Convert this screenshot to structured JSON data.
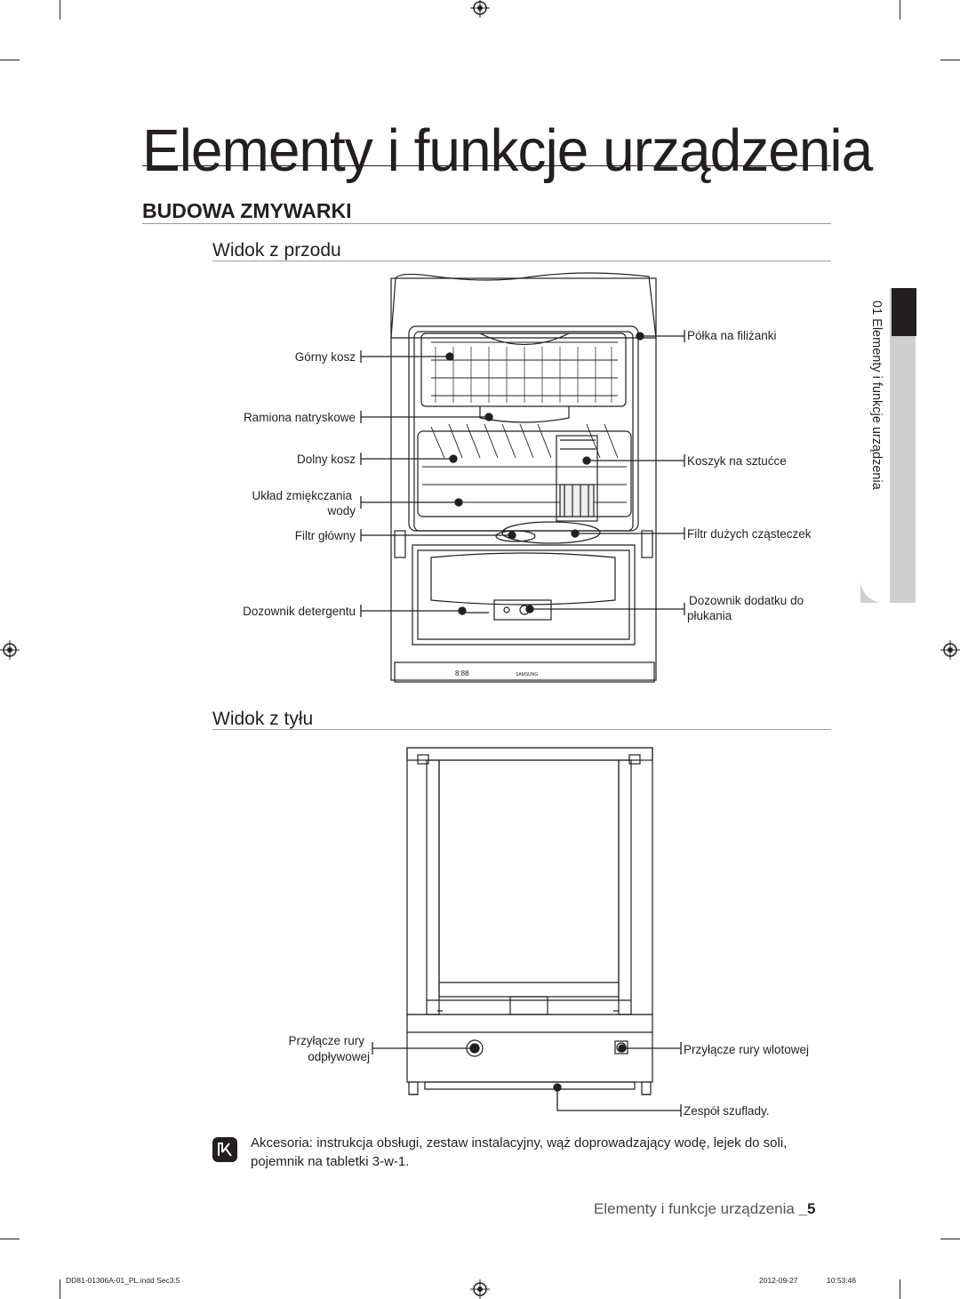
{
  "page": {
    "title": "Elementy i funkcje urządzenia",
    "section_heading": "BUDOWA ZMYWARKI",
    "side_tab": "01 Elementy i funkcje urządzenia"
  },
  "front_view": {
    "heading": "Widok z przodu",
    "labels": {
      "upper_basket": "Górny kosz",
      "spray_arms": "Ramiona natryskowe",
      "lower_basket": "Dolny kosz",
      "softener_line1": "Układ zmiękczania",
      "softener_line2": "wody",
      "main_filter": "Filtr główny",
      "detergent": "Dozownik detergentu",
      "cup_shelf": "Półka na filiżanki",
      "cutlery": "Koszyk na sztućce",
      "coarse_filter": "Filtr dużych cząsteczek",
      "rinse_line1": "Dozownik dodatku do",
      "rinse_line2": "płukania"
    },
    "panel_brand": "SAMSUNG",
    "panel_display": "8:88"
  },
  "rear_view": {
    "heading": "Widok z tyłu",
    "labels": {
      "drain_line1": "Przyłącze rury",
      "drain_line2": "odpływowej",
      "inlet": "Przyłącze rury wlotowej",
      "drawer": "Zespół szuflady."
    }
  },
  "note": {
    "text": "Akcesoria: instrukcja obsługi, zestaw instalacyjny, wąż doprowadzający wodę, lejek do soli, pojemnik na tabletki 3-w-1."
  },
  "footer": {
    "label": "Elementy i funkcje urządzenia",
    "page": "_5"
  },
  "slug": {
    "file": "DD81-01306A-01_PL.indd   Sec3:5",
    "date": "2012-09-27",
    "time": "10:53:46"
  },
  "colors": {
    "text": "#231f20",
    "tab_dark": "#231f20",
    "tab_light": "#cfcfcf",
    "rule": "#9d9d9d"
  }
}
